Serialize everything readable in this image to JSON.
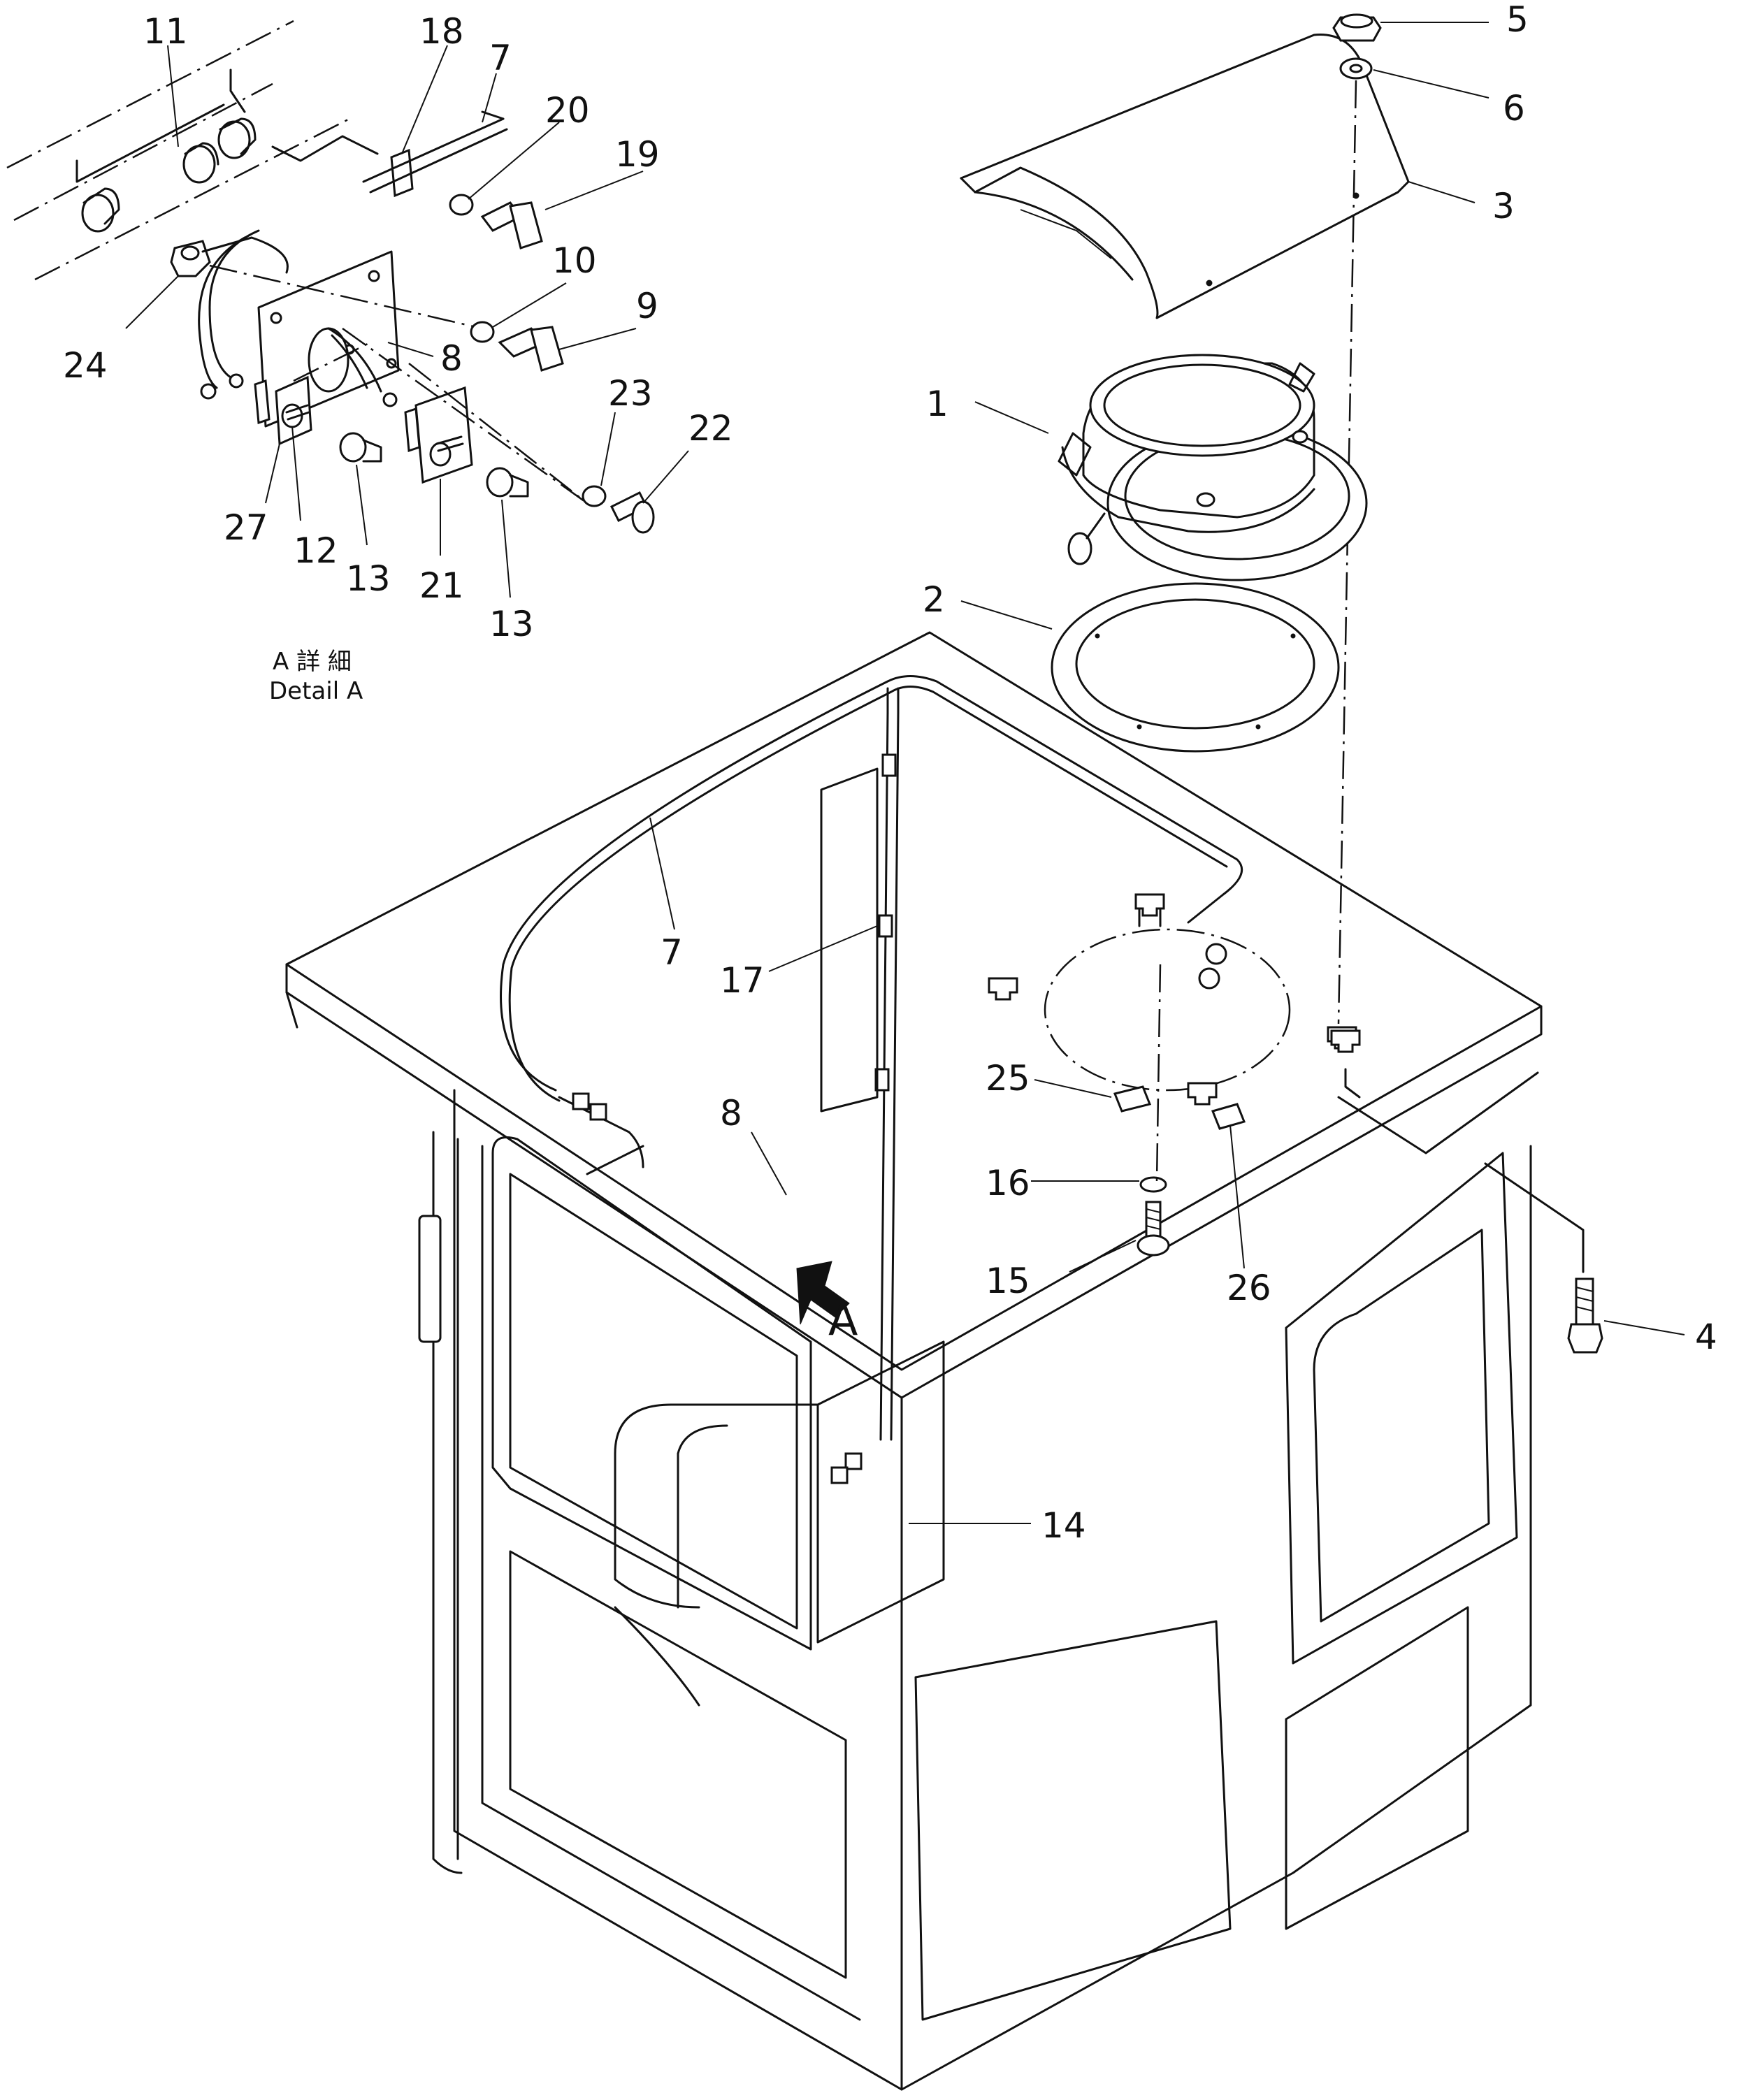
{
  "detail": {
    "caption_jp": "A 詳 細",
    "caption_en": "Detail A",
    "view_marker": "A"
  },
  "callouts": {
    "c1": "1",
    "c2": "2",
    "c3": "3",
    "c4": "4",
    "c5": "5",
    "c6": "6",
    "c7_detail": "7",
    "c7_main": "7",
    "c8_detail": "8",
    "c8_main": "8",
    "c9": "9",
    "c10": "10",
    "c11": "11",
    "c12": "12",
    "c13_a": "13",
    "c13_b": "13",
    "c14": "14",
    "c15": "15",
    "c16": "16",
    "c17": "17",
    "c18": "18",
    "c19": "19",
    "c20": "20",
    "c21": "21",
    "c22": "22",
    "c23": "23",
    "c24": "24",
    "c25": "25",
    "c26": "26",
    "c27": "27"
  }
}
